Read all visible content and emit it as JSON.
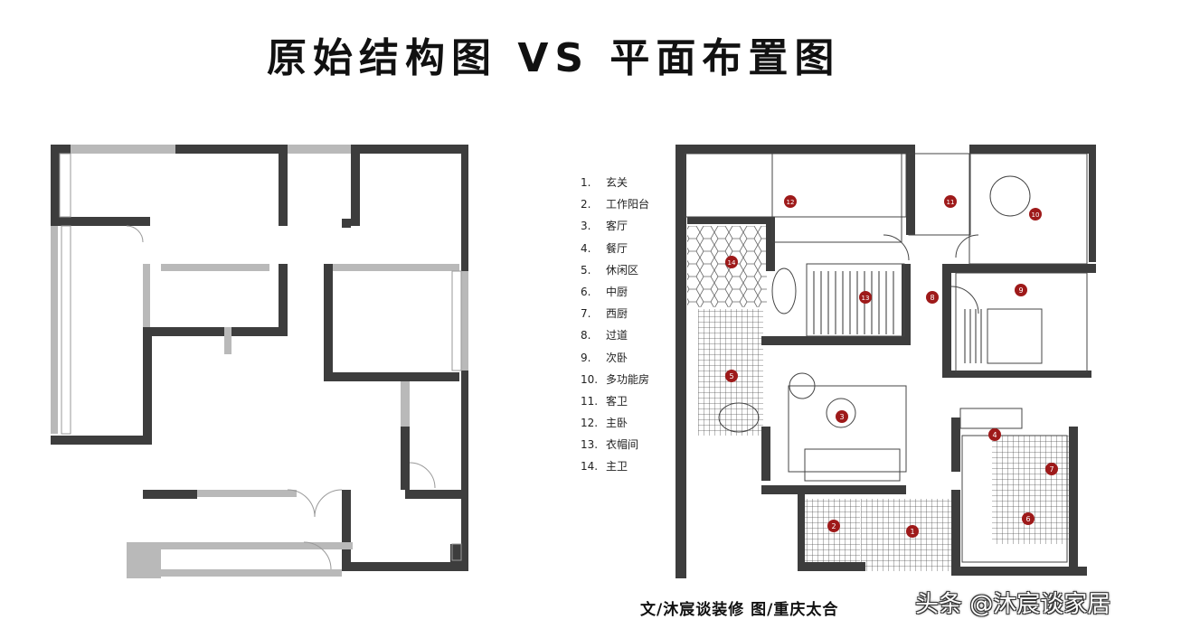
{
  "title": "原始结构图 VS 平面布置图",
  "legend": [
    {
      "num": "1.",
      "label": "玄关"
    },
    {
      "num": "2.",
      "label": "工作阳台"
    },
    {
      "num": "3.",
      "label": "客厅"
    },
    {
      "num": "4.",
      "label": "餐厅"
    },
    {
      "num": "5.",
      "label": "休闲区"
    },
    {
      "num": "6.",
      "label": "中厨"
    },
    {
      "num": "7.",
      "label": "西厨"
    },
    {
      "num": "8.",
      "label": "过道"
    },
    {
      "num": "9.",
      "label": "次卧"
    },
    {
      "num": "10.",
      "label": "多功能房"
    },
    {
      "num": "11.",
      "label": "客卫"
    },
    {
      "num": "12.",
      "label": "主卧"
    },
    {
      "num": "13.",
      "label": "衣帽间"
    },
    {
      "num": "14.",
      "label": "主卫"
    }
  ],
  "markers": [
    "1",
    "2",
    "3",
    "4",
    "5",
    "6",
    "7",
    "8",
    "9",
    "10",
    "11",
    "12",
    "13",
    "14"
  ],
  "credit": "文/沐宸谈装修 图/重庆太合",
  "watermark": "头条 @沐宸谈家居",
  "colors": {
    "wall": "#3d3d3d",
    "partition": "#b9b9b9",
    "marker": "#9e1a1a",
    "text": "#111111"
  }
}
